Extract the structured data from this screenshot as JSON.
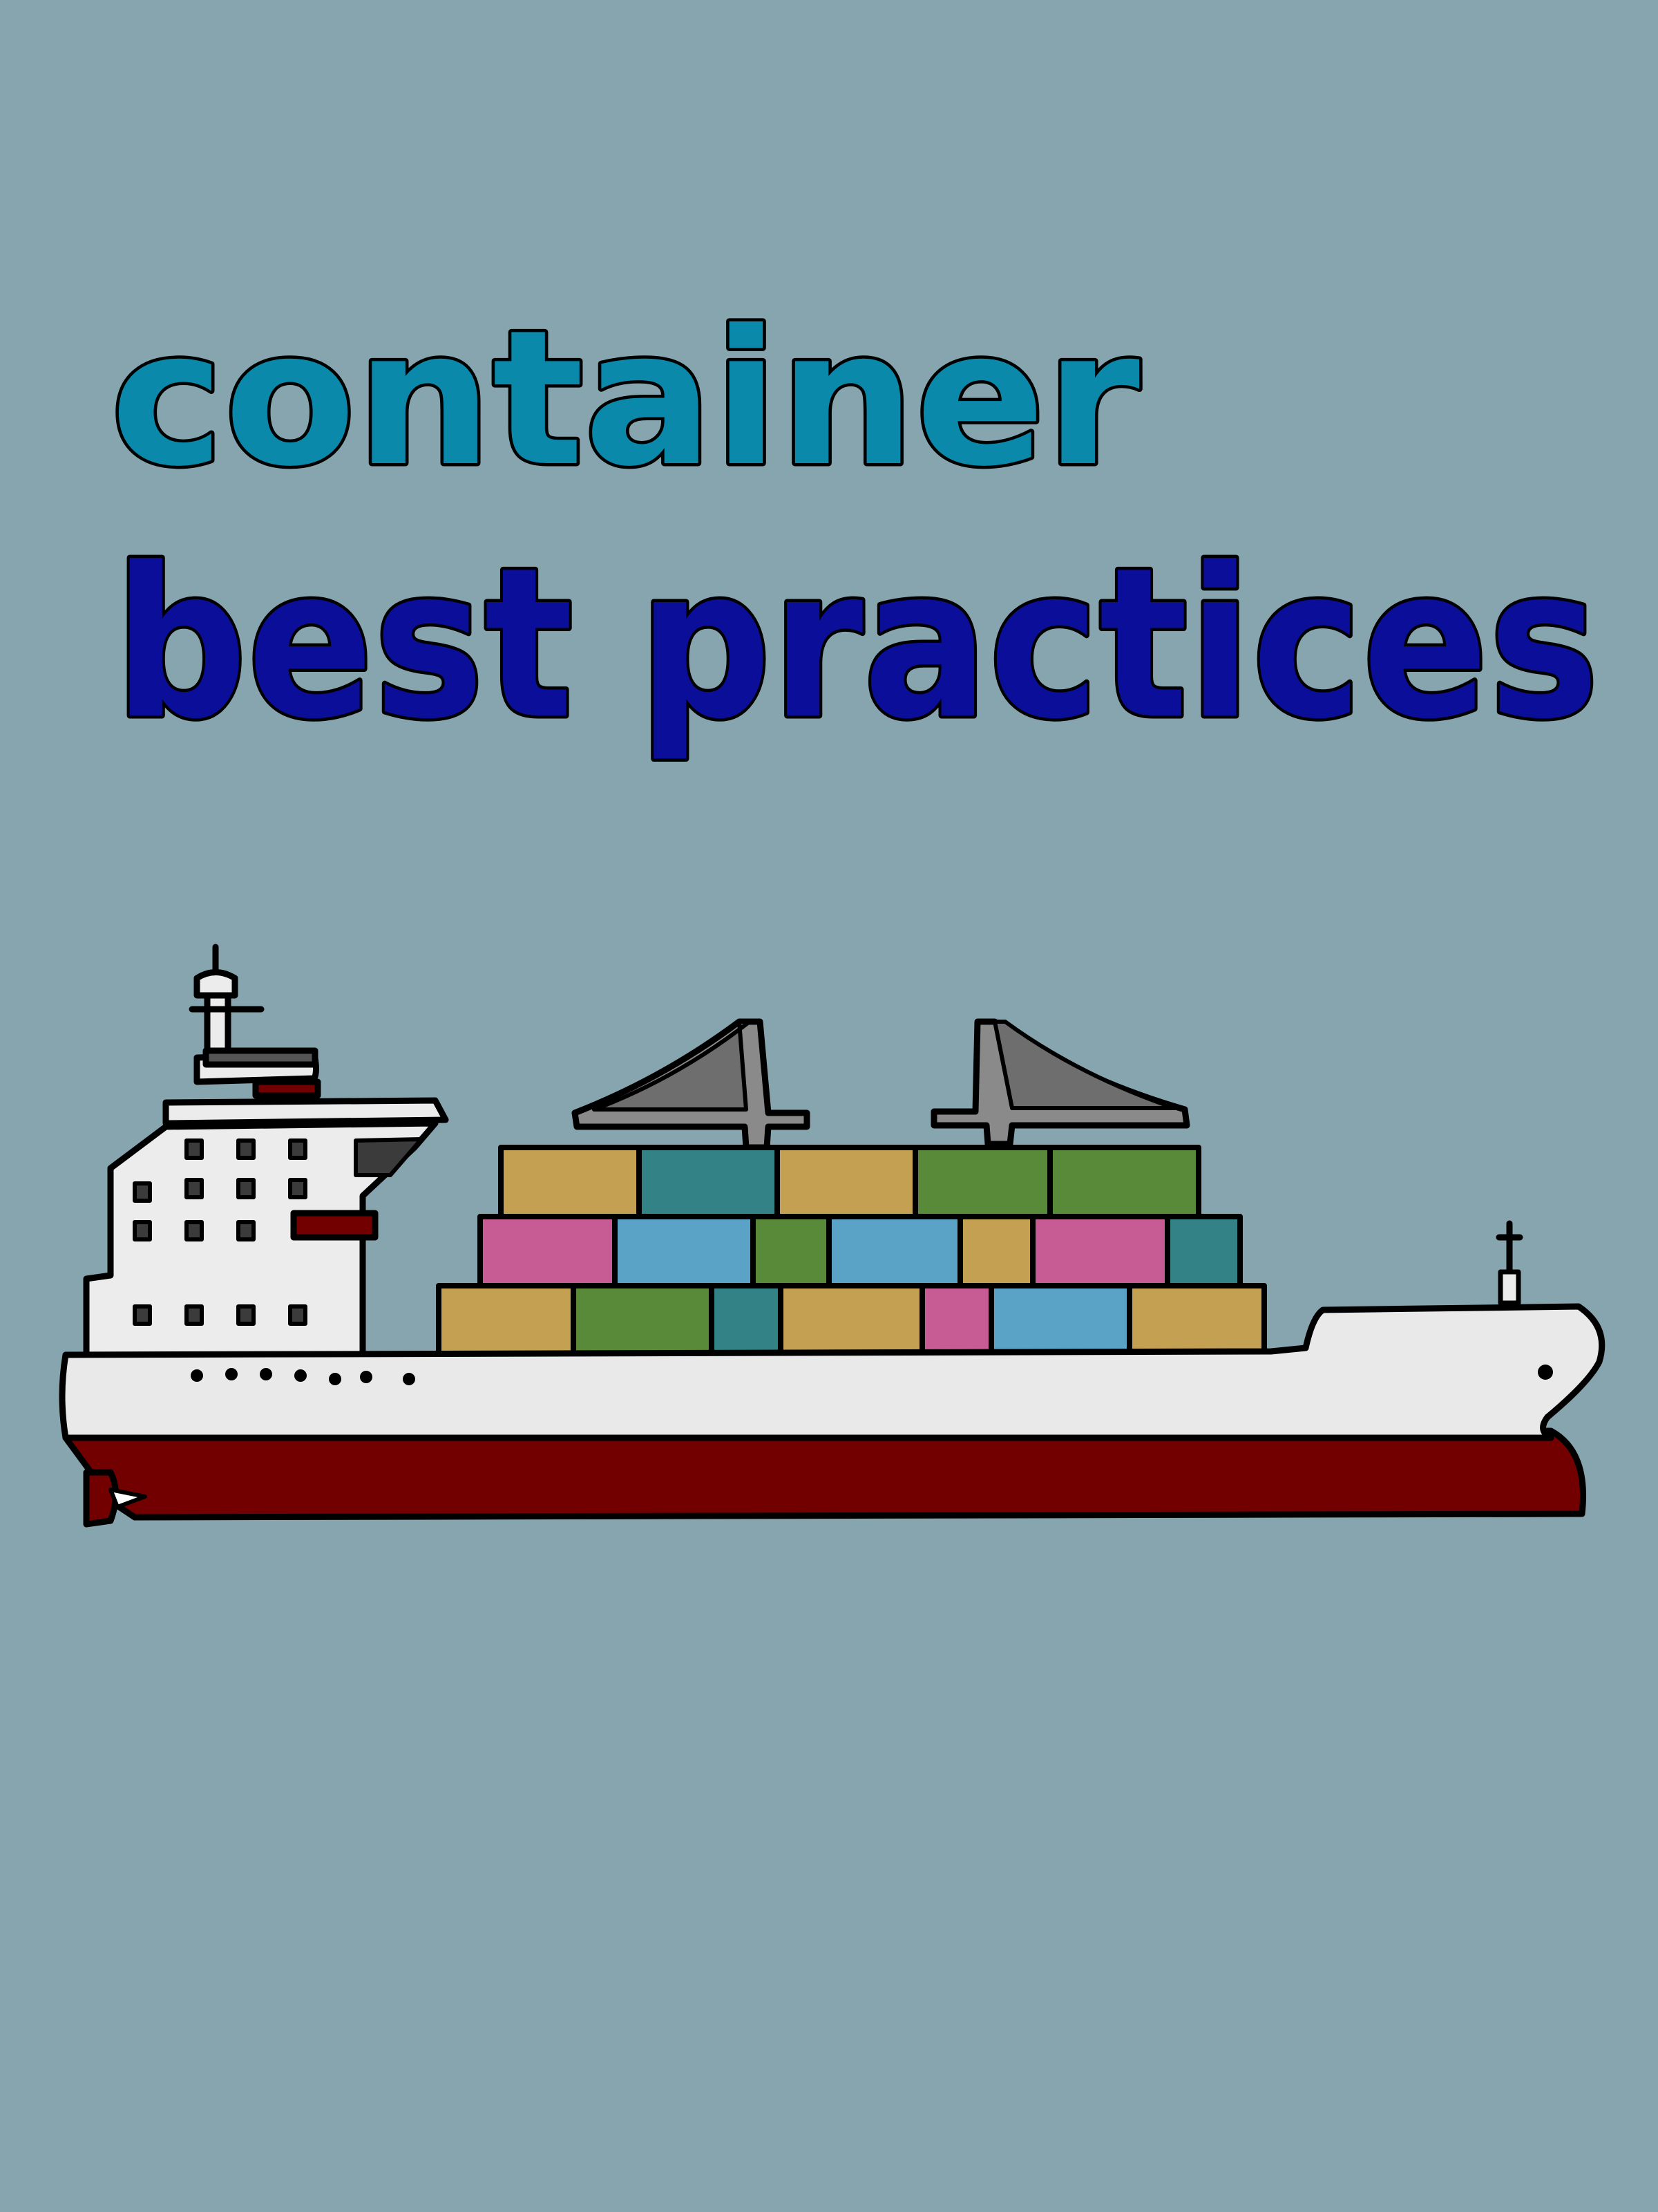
{
  "cover": {
    "title_line_1": "container",
    "title_line_2": "best practices"
  },
  "colors": {
    "background": "#87a5ae",
    "title_line_1": "#0a89ab",
    "title_line_2": "#0a0e98",
    "outline": "#000000",
    "hull_upper": "#e9e9e9",
    "hull_lower": "#720000",
    "superstructure": "#ececec",
    "crane": "#8a8a8a",
    "container_palette": [
      "#c4a052",
      "#338386",
      "#588a3a",
      "#c65c93",
      "#5aa3c7"
    ]
  },
  "illustration": {
    "subject": "container-ship",
    "container_rows": [
      [
        "tan",
        "teal",
        "tan",
        "green",
        "green"
      ],
      [
        "pink",
        "blue",
        "green",
        "blue",
        "tan",
        "pink",
        "teal"
      ],
      [
        "tan",
        "green",
        "teal",
        "tan",
        "pink",
        "blue",
        "tan"
      ]
    ]
  }
}
